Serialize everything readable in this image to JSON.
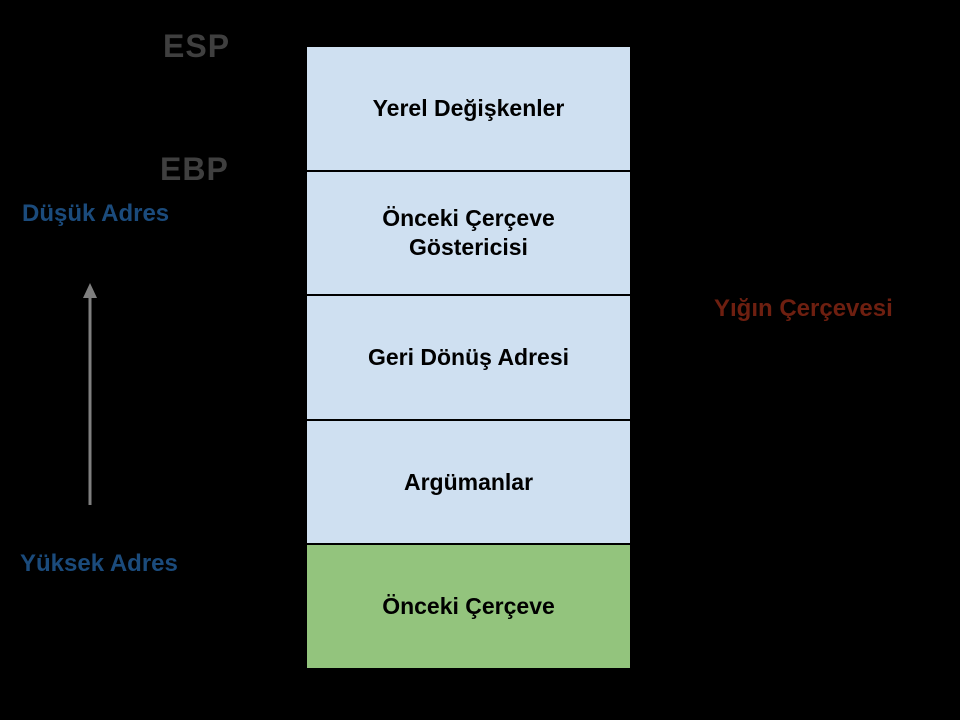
{
  "colors": {
    "background": "#000000",
    "register_label": "#3f3f3f",
    "address_label": "#1b4b7c",
    "frame_label": "#6e1f10",
    "arrow": "#7f7f7f",
    "box_text": "#000000",
    "box_blue": "#cfe0f1",
    "box_green": "#93c47d"
  },
  "registers": {
    "esp": "ESP",
    "ebp": "EBP"
  },
  "addresses": {
    "low": "Düşük Adres",
    "high": "Yüksek Adres"
  },
  "frame_label": "Yığın Çerçevesi",
  "stack": {
    "rows": [
      {
        "label": "Yerel Değişkenler",
        "color": "#cfe0f1"
      },
      {
        "label": "Önceki Çerçeve\nGöstericisi",
        "color": "#cfe0f1"
      },
      {
        "label": "Geri Dönüş Adresi",
        "color": "#cfe0f1"
      },
      {
        "label": "Argümanlar",
        "color": "#cfe0f1"
      },
      {
        "label": "Önceki Çerçeve",
        "color": "#93c47d"
      }
    ]
  }
}
